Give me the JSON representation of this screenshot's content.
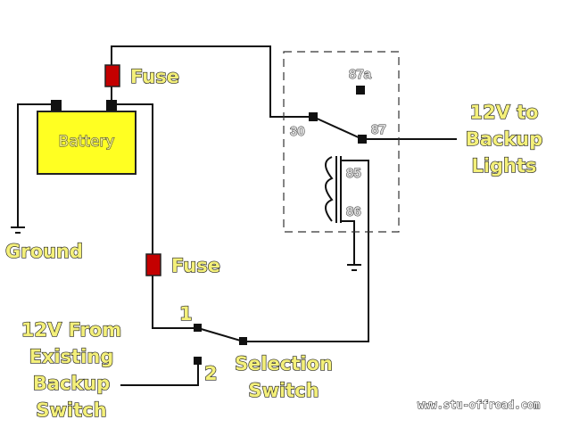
{
  "labels": {
    "fuse_top": "Fuse",
    "fuse_mid": "Fuse",
    "battery": "Battery",
    "ground": "Ground",
    "output": [
      "12V to",
      "Backup",
      "Lights"
    ],
    "input": [
      "12V From",
      "Existing",
      "Backup",
      "Switch"
    ],
    "switch": [
      "Selection",
      "Switch"
    ],
    "switch_pos1": "1",
    "switch_pos2": "2",
    "website": "www.stu-offroad.com"
  },
  "relay_pins": {
    "p30": "30",
    "p87": "87",
    "p87a": "87a",
    "p85": "85",
    "p86": "86"
  },
  "colors": {
    "battery": "#ffff22",
    "fuse": "#c40000",
    "label": "#f4f07a"
  }
}
